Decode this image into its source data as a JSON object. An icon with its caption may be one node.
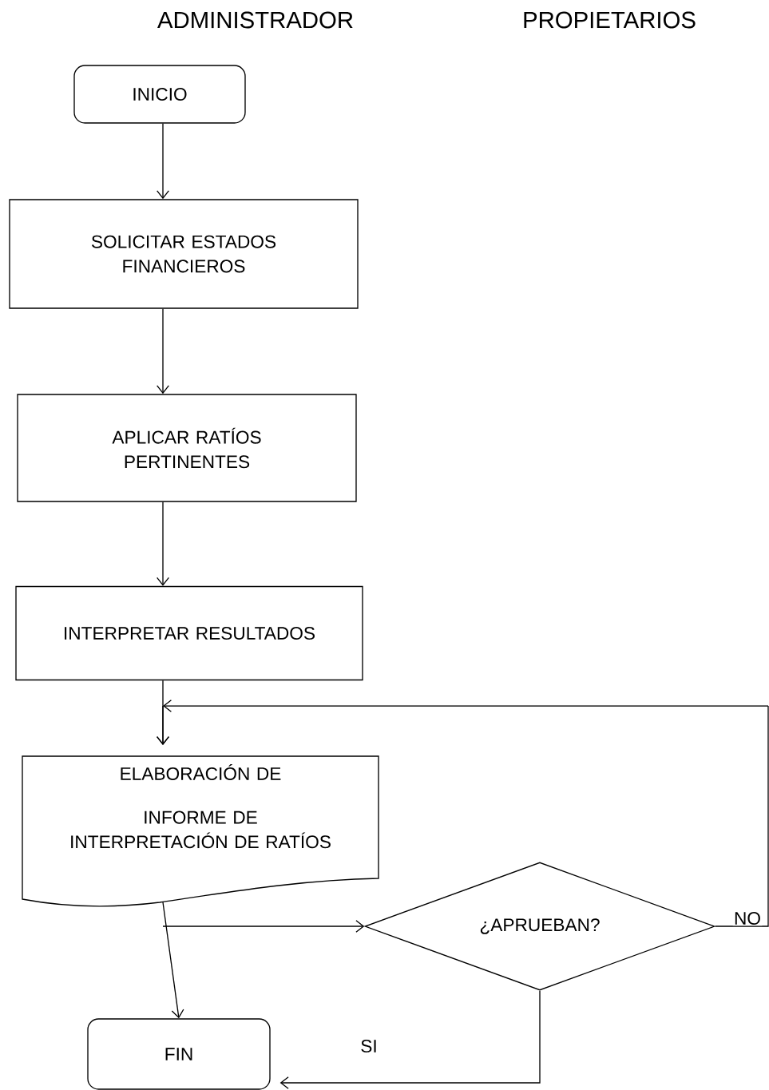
{
  "diagram": {
    "nodes": [
      {
        "text": [
          "INICIO"
        ]
      },
      {
        "text": [
          "SOLICITAR ESTADOS FINANCIEROS"
        ]
      },
      {
        "text": [
          "APLICAR RATÍOS PERTINENTES"
        ]
      },
      {
        "text": [
          "INTERPRETAR RESULTADOS"
        ]
      },
      {
        "text": [
          "ELABORACIÓN DE",
          "INFORME DE INTERPRETACIÓN DE RATÍOS"
        ]
      },
      {
        "text": [
          "¿APRUEBAN?"
        ]
      },
      {
        "text": [
          "FIN"
        ]
      }
    ],
    "edges": [
      {
        "from": 0,
        "to": 1,
        "arrow": "to"
      },
      {
        "from": 1,
        "to": 2,
        "arrow": "to"
      },
      {
        "from": 2,
        "to": 3,
        "arrow": "to"
      },
      {
        "from": 3,
        "to": 4,
        "arrow": "to"
      },
      {
        "from": 4,
        "to": 6,
        "arrow": "to"
      },
      {
        "from": 4,
        "to": 5,
        "arrow": "to"
      },
      {
        "from": 5,
        "to": 4,
        "arrow": "to",
        "label": "NO"
      },
      {
        "from": 5,
        "to": 6,
        "arrow": "to",
        "label": "SI"
      }
    ],
    "labels": [
      "ADMINISTRADOR",
      "PROPIETARIOS"
    ]
  }
}
